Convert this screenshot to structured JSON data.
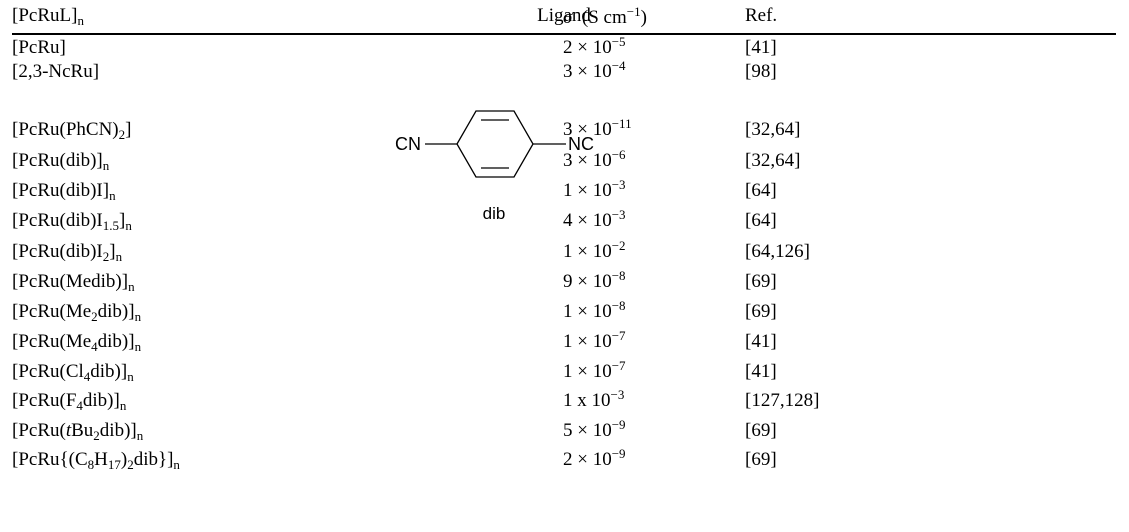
{
  "header": {
    "col_complex": "[PcRuL]",
    "col_complex_sub": "n",
    "col_ligand": "Ligand",
    "col_sigma_symbol": "σ",
    "col_sigma_unit_a": "(S cm",
    "col_sigma_unit_sup": "−1",
    "col_sigma_unit_b": ")",
    "col_ref": "Ref."
  },
  "ligand_structure": {
    "left_group": "CN",
    "right_group": "NC",
    "caption": "dib"
  },
  "rows": [
    {
      "parts": [
        {
          "t": "[PcRu]"
        }
      ],
      "mant": "2",
      "times": " × 10",
      "exp": "−5",
      "ref": "[41]"
    },
    {
      "parts": [
        {
          "t": "[2,3-NcRu]"
        }
      ],
      "mant": "3",
      "times": " × 10",
      "exp": "−4",
      "ref": "[98]"
    },
    {
      "parts": [
        {
          "t": "[PcRu(PhCN)"
        },
        {
          "sub": "2"
        },
        {
          "t": "]"
        }
      ],
      "mant": "3",
      "times": " × 10",
      "exp": "−11",
      "ref": "[32,64]"
    },
    {
      "parts": [
        {
          "t": "[PcRu(dib)]"
        },
        {
          "sub": "n"
        }
      ],
      "mant": "3",
      "times": " × 10",
      "exp": "−6",
      "ref": "[32,64]"
    },
    {
      "parts": [
        {
          "t": "[PcRu(dib)I]"
        },
        {
          "sub": "n"
        }
      ],
      "mant": "1",
      "times": " × 10",
      "exp": "−3",
      "ref": "[64]"
    },
    {
      "parts": [
        {
          "t": "[PcRu(dib)I"
        },
        {
          "sub": "1.5"
        },
        {
          "t": "]"
        },
        {
          "sub": "n"
        }
      ],
      "mant": "4",
      "times": " × 10",
      "exp": "−3",
      "ref": "[64]"
    },
    {
      "parts": [
        {
          "t": "[PcRu(dib)I"
        },
        {
          "sub": "2"
        },
        {
          "t": "]"
        },
        {
          "sub": "n"
        }
      ],
      "mant": "1",
      "times": " × 10",
      "exp": "−2",
      "ref": "[64,126]"
    },
    {
      "parts": [
        {
          "t": "[PcRu(Medib)]"
        },
        {
          "sub": "n"
        }
      ],
      "mant": "9",
      "times": " × 10",
      "exp": "−8",
      "ref": "[69]"
    },
    {
      "parts": [
        {
          "t": "[PcRu(Me"
        },
        {
          "sub": "2"
        },
        {
          "t": "dib)]"
        },
        {
          "sub": "n"
        }
      ],
      "mant": "1",
      "times": " × 10",
      "exp": "−8",
      "ref": "[69]"
    },
    {
      "parts": [
        {
          "t": "[PcRu(Me"
        },
        {
          "sub": "4"
        },
        {
          "t": "dib)]"
        },
        {
          "sub": "n"
        }
      ],
      "mant": "1",
      "times": " × 10",
      "exp": "−7",
      "ref": "[41]"
    },
    {
      "parts": [
        {
          "t": "[PcRu(Cl"
        },
        {
          "sub": "4"
        },
        {
          "t": "dib)]"
        },
        {
          "sub": "n"
        }
      ],
      "mant": "1",
      "times": " × 10",
      "exp": "−7",
      "ref": "[41]"
    },
    {
      "parts": [
        {
          "t": "[PcRu(F"
        },
        {
          "sub": "4"
        },
        {
          "t": "dib)]"
        },
        {
          "sub": "n"
        }
      ],
      "mant": "1",
      "times": " x 10",
      "exp": "−3",
      "ref": "[127,128]"
    },
    {
      "parts": [
        {
          "t": "[PcRu("
        },
        {
          "i": "t"
        },
        {
          "t": "Bu"
        },
        {
          "sub": "2"
        },
        {
          "t": "dib)]"
        },
        {
          "sub": "n"
        }
      ],
      "mant": "5",
      "times": " × 10",
      "exp": "−9",
      "ref": "[69]"
    },
    {
      "parts": [
        {
          "t": "[PcRu{(C"
        },
        {
          "sub": "8"
        },
        {
          "t": "H"
        },
        {
          "sub": "17"
        },
        {
          "t": ")"
        },
        {
          "sub": "2"
        },
        {
          "t": "dib}]"
        },
        {
          "sub": "n"
        }
      ],
      "mant": "2",
      "times": " × 10",
      "exp": "−9",
      "ref": "[69]"
    }
  ]
}
